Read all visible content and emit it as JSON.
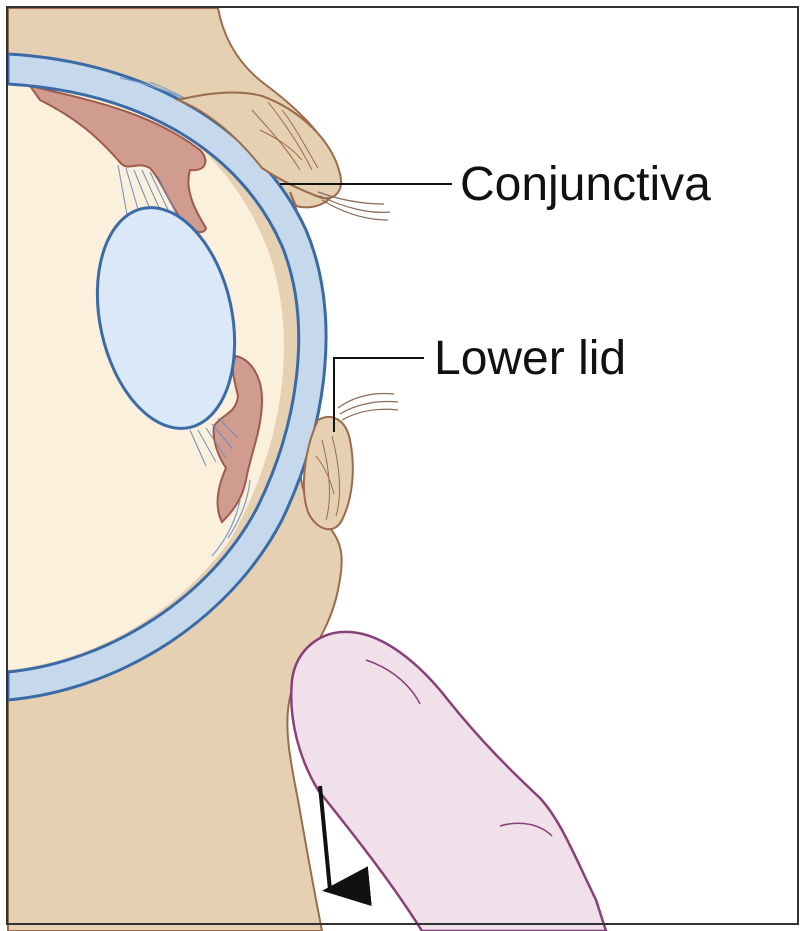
{
  "labels": {
    "conjunctiva": "Conjunctiva",
    "lower_lid": "Lower lid"
  },
  "colors": {
    "skin": "#e5d0b2",
    "skin_stroke": "#9b6b4c",
    "eye_interior": "#fbf0dc",
    "sclera_band": "#c6d8ec",
    "sclera_stroke": "#3b6ba6",
    "lens": "#dbe8f8",
    "ciliary_tissue": "#d09c90",
    "ciliary_stroke": "#a05a4c",
    "finger_fill": "#efe0ea",
    "finger_stroke": "#8b3f78",
    "arrow": "#111111",
    "leader_line": "#111111",
    "frame": "#333333"
  },
  "icons": {
    "arrow": "down-arrow-icon",
    "finger": "finger-illustration"
  }
}
